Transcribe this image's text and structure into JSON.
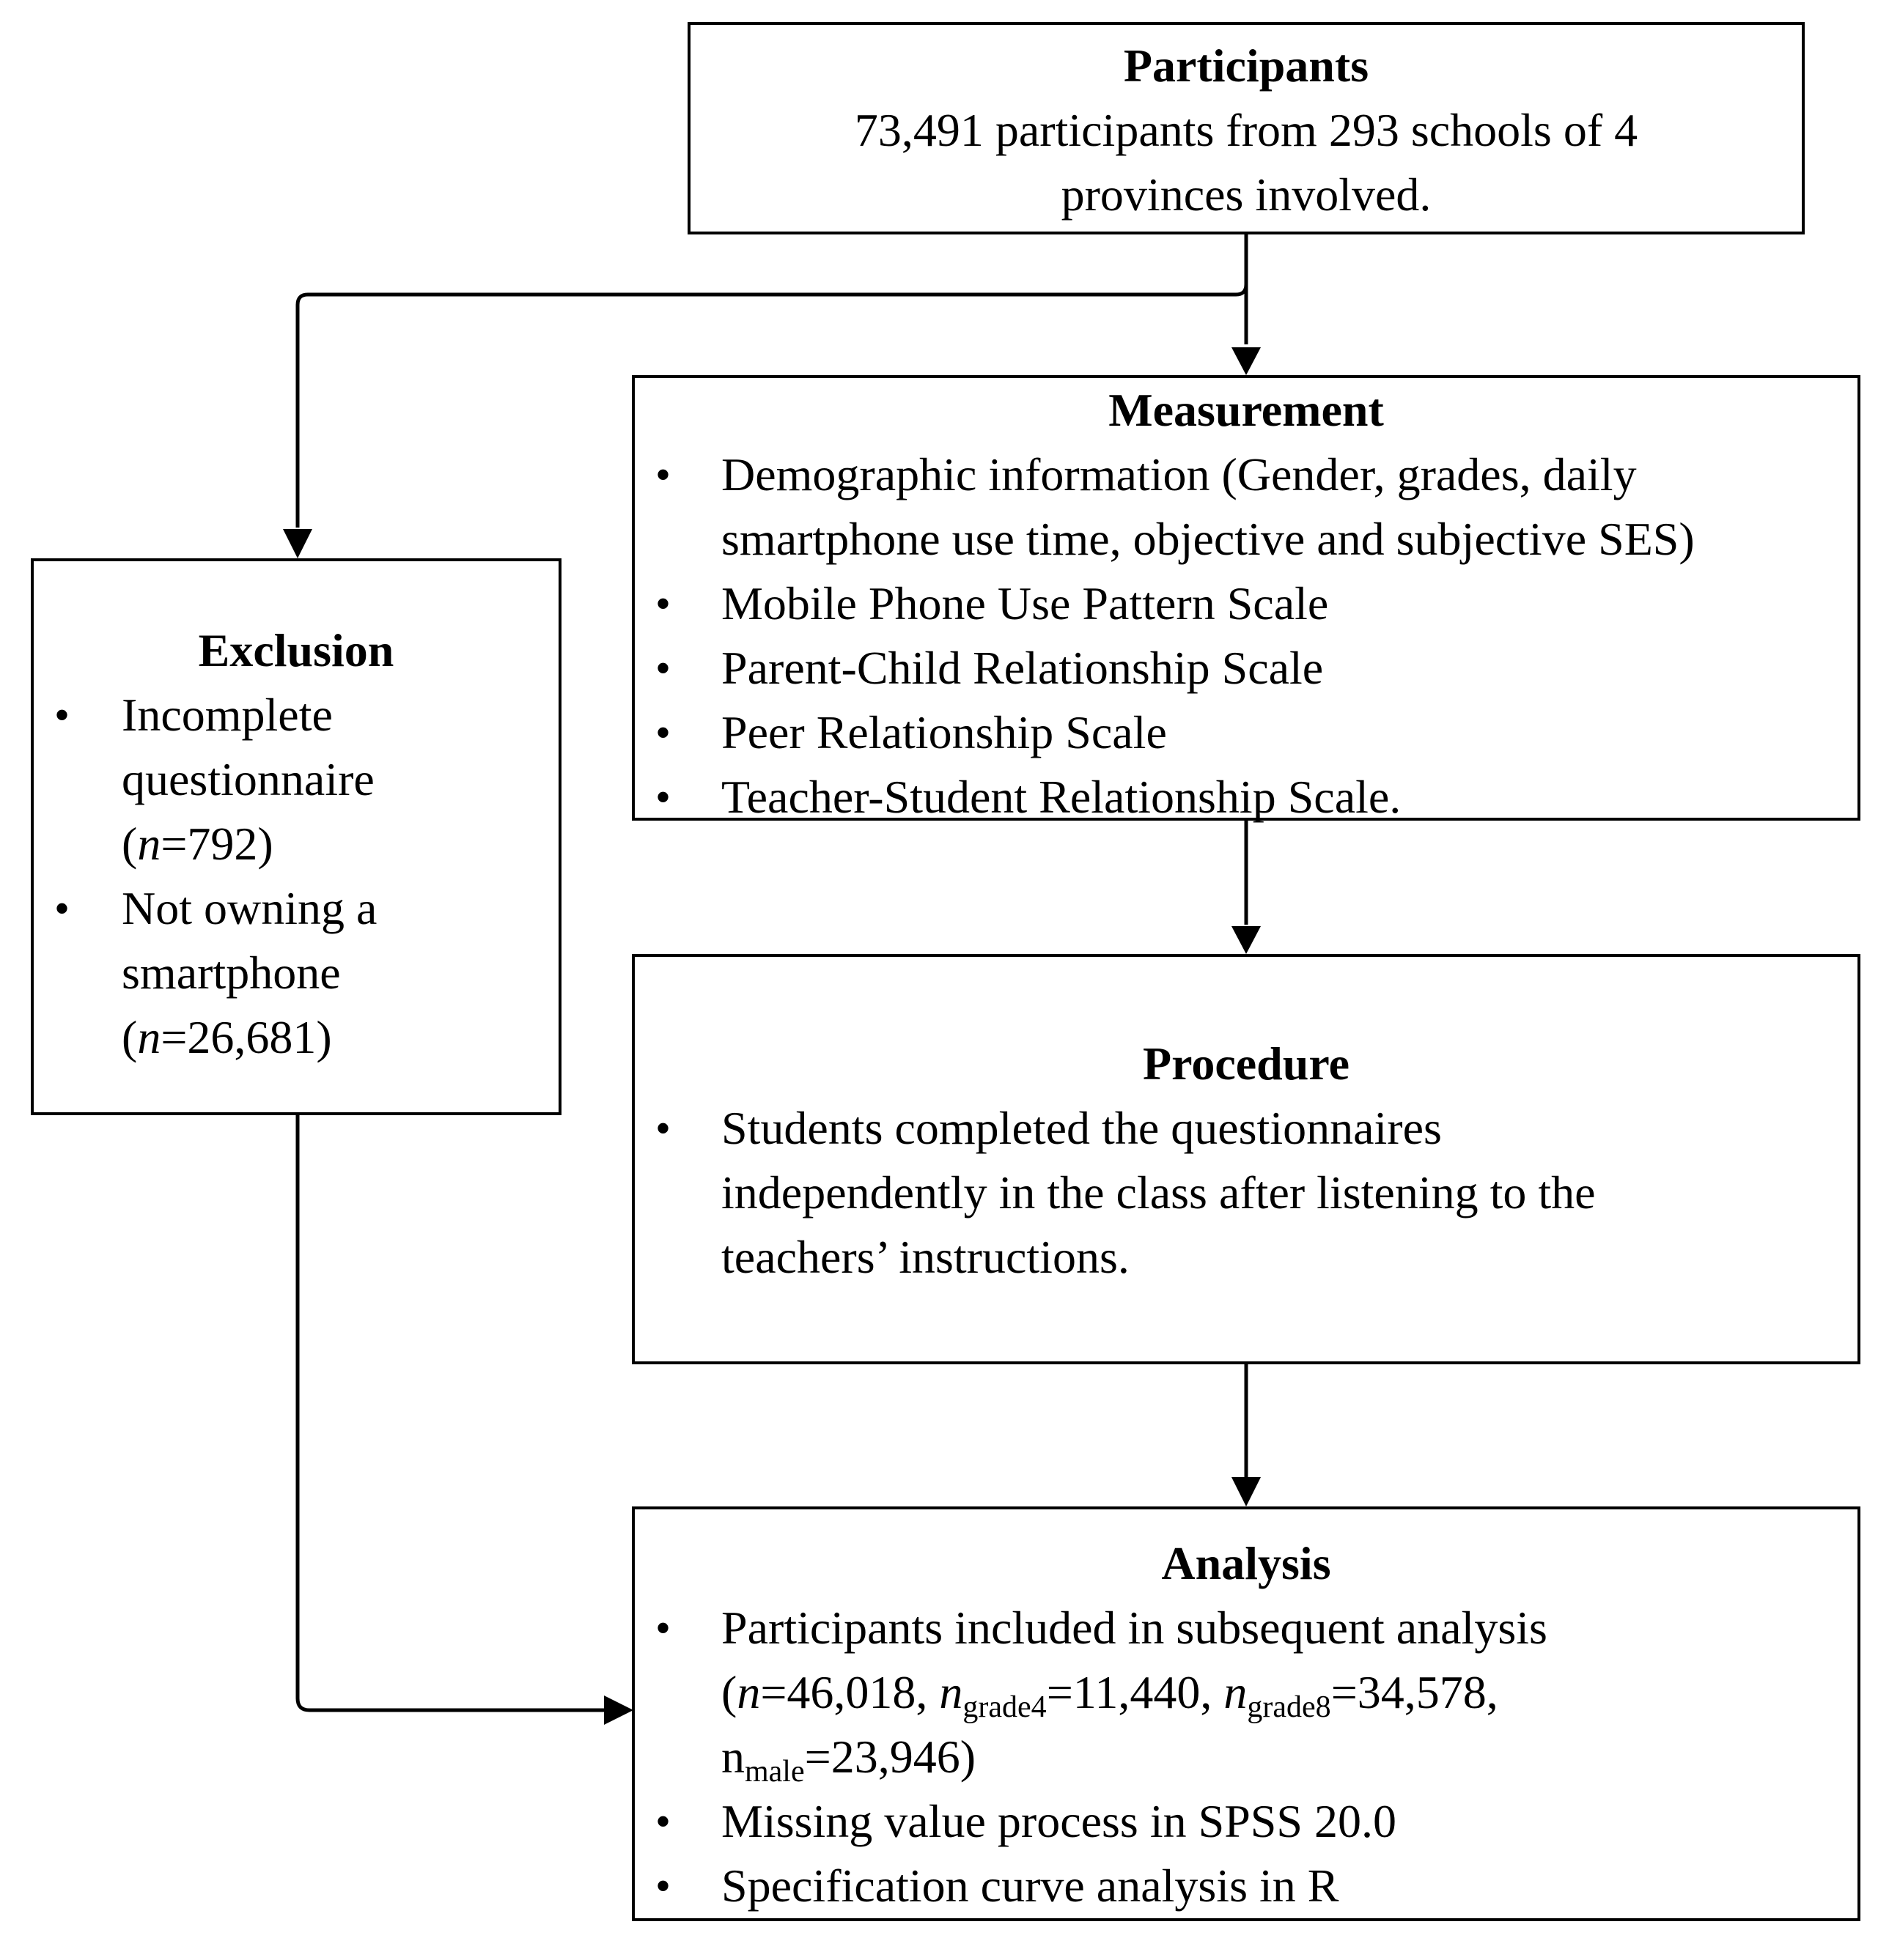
{
  "participants": {
    "title": "Participants",
    "line1": "73,491 participants from 293 schools of 4",
    "line2": "provinces involved."
  },
  "measurement": {
    "title": "Measurement",
    "items": [
      {
        "line1": "Demographic information (Gender, grades, daily",
        "line2": "smartphone use time, objective and subjective SES)"
      },
      {
        "line1": "Mobile Phone Use Pattern Scale"
      },
      {
        "line1": "Parent-Child Relationship Scale"
      },
      {
        "line1": "Peer Relationship Scale"
      },
      {
        "line1": "Teacher-Student Relationship Scale."
      }
    ]
  },
  "exclusion": {
    "title": "Exclusion",
    "items": [
      {
        "line1": "Incomplete",
        "line2": "questionnaire",
        "open": "(",
        "n_var": "n",
        "n_val": "=792)"
      },
      {
        "line1": "Not owning a",
        "line2": "smartphone",
        "open": "(",
        "n_var": "n",
        "n_val": "=26,681)"
      }
    ]
  },
  "procedure": {
    "title": "Procedure",
    "item": {
      "line1": "Students completed the questionnaires",
      "line2": "independently in the class after listening to the",
      "line3": "teachers’ instructions."
    }
  },
  "analysis": {
    "title": "Analysis",
    "item1": {
      "line1": "Participants included in subsequent analysis",
      "open": "(",
      "n_var": "n",
      "n_val": "=46,018, ",
      "n4_var": "n",
      "n4_sub": "grade4",
      "n4_val": "=11,440, ",
      "n8_var": "n",
      "n8_sub": "grade8",
      "n8_val": "=34,578,",
      "nm_var": "n",
      "nm_sub": "male",
      "nm_val": "=23,946)"
    },
    "item2": "Missing value process in SPSS 20.0",
    "item3": "Specification curve analysis in R"
  }
}
